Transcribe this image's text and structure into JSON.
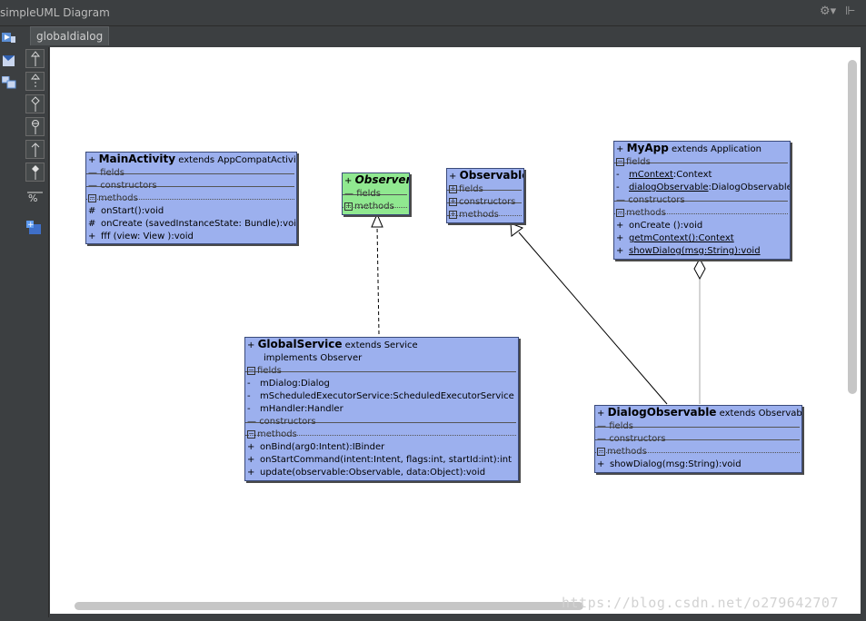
{
  "window": {
    "title": "simpleUML Diagram"
  },
  "tab": {
    "label": "globaldialog"
  },
  "watermark": "https://blog.csdn.net/o279642707",
  "classes": {
    "mainactivity": {
      "vis": "+",
      "name": "MainActivity",
      "ext": "extends  AppCompatActivity",
      "fields": "fields",
      "constructors": "constructors",
      "methods": "methods",
      "methods_list": [
        {
          "vis": "#",
          "sig": "onStart():void"
        },
        {
          "vis": "#",
          "sig": "onCreate (savedInstanceState: Bundle):void"
        },
        {
          "vis": "+",
          "sig": "fff (view: View ):void"
        }
      ]
    },
    "observer": {
      "vis": "+",
      "name": "Observer",
      "fields": "fields",
      "methods": "methods"
    },
    "observable": {
      "vis": "+",
      "name": "Observable",
      "fields": "fields",
      "constructors": "constructors",
      "methods": "methods"
    },
    "myapp": {
      "vis": "+",
      "name": "MyApp",
      "ext": "extends  Application",
      "fields": "fields",
      "constructors": "constructors",
      "methods": "methods",
      "fields_list": [
        {
          "vis": "-",
          "name": "mContext",
          "type": ":Context"
        },
        {
          "vis": "-",
          "name": "dialogObservable",
          "type": ":DialogObservable"
        }
      ],
      "methods_list": [
        {
          "vis": "+",
          "sig": "onCreate ():void"
        },
        {
          "vis": "+",
          "sig": "getmContext():Context"
        },
        {
          "vis": "+",
          "sig": "showDialog(msg:String):void"
        }
      ]
    },
    "globalservice": {
      "vis": "+",
      "name": "GlobalService",
      "ext": "extends  Service",
      "impl": "implements  Observer",
      "fields": "fields",
      "constructors": "constructors",
      "methods": "methods",
      "fields_list": [
        {
          "vis": "-",
          "sig": "mDialog:Dialog"
        },
        {
          "vis": "-",
          "sig": "mScheduledExecutorService:ScheduledExecutorService"
        },
        {
          "vis": "-",
          "sig": "mHandler:Handler"
        }
      ],
      "methods_list": [
        {
          "vis": "+",
          "sig": "onBind(arg0:Intent):IBinder"
        },
        {
          "vis": "+",
          "sig": "onStartCommand(intent:Intent, flags:int, startId:int):int"
        },
        {
          "vis": "+",
          "sig": "update(observable:Observable, data:Object):void"
        }
      ]
    },
    "dialogobservable": {
      "vis": "+",
      "name": "DialogObservable",
      "ext": "extends  Observable",
      "fields": "fields",
      "constructors": "constructors",
      "methods": "methods",
      "methods_list": [
        {
          "vis": "+",
          "sig": "showDialog(msg:String):void"
        }
      ]
    }
  },
  "icons": {
    "titlebar": [
      "gear-icon",
      "pin-icon"
    ],
    "toolbar": [
      "inheritance-tool-icon",
      "realization-tool-icon",
      "association-tool-icon",
      "dependency-tool-icon",
      "aggregation-tool-icon",
      "composition-tool-icon",
      "layout-tool-icon",
      "add-class-icon"
    ]
  }
}
